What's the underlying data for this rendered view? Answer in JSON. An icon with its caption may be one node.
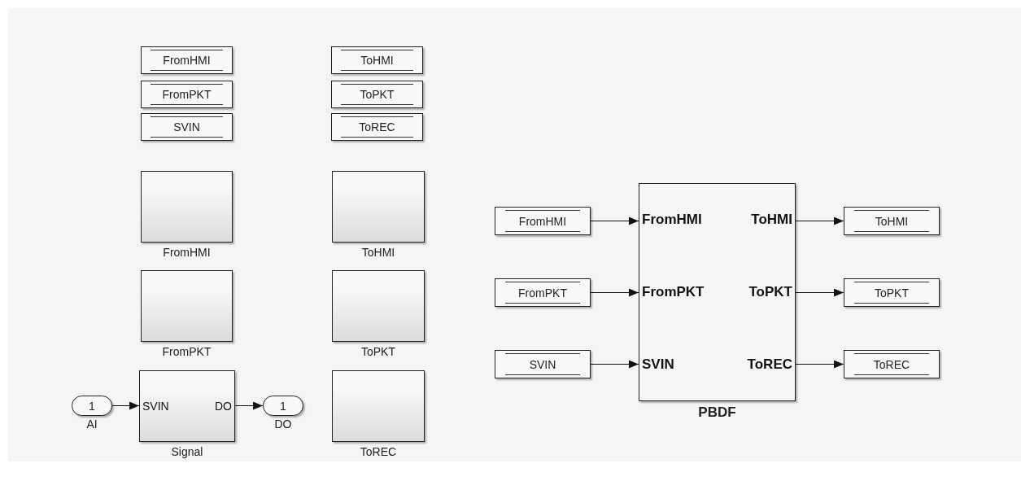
{
  "diagram": {
    "nodes": [
      {
        "text": [
          "FromHMI"
        ]
      },
      {
        "text": [
          "FromPKT"
        ]
      },
      {
        "text": [
          "SVIN"
        ]
      },
      {
        "text": [
          "ToHMI"
        ]
      },
      {
        "text": [
          "ToPKT"
        ]
      },
      {
        "text": [
          "ToREC"
        ]
      },
      {
        "text": [
          "FromHMI"
        ]
      },
      {
        "text": [
          "ToHMI"
        ]
      },
      {
        "text": [
          "FromPKT"
        ]
      },
      {
        "text": [
          "ToPKT"
        ]
      },
      {
        "text": [
          "1"
        ],
        "beside": [
          "AI"
        ]
      },
      {
        "text": [
          "SVIN",
          "DO",
          "Signal"
        ]
      },
      {
        "text": [
          "1"
        ],
        "beside": [
          "DO"
        ]
      },
      {
        "text": [
          "ToREC"
        ]
      },
      {
        "text": [
          "FromHMI"
        ]
      },
      {
        "text": [
          "FromPKT"
        ]
      },
      {
        "text": [
          "SVIN"
        ]
      },
      {
        "text": [
          "FromHMI",
          "ToHMI",
          "FromPKT",
          "ToPKT",
          "SVIN",
          "ToREC",
          "PBDF"
        ]
      },
      {
        "text": [
          "ToHMI"
        ]
      },
      {
        "text": [
          "ToPKT"
        ]
      },
      {
        "text": [
          "ToREC"
        ]
      }
    ],
    "edges": [
      {
        "from": 10,
        "to": 11,
        "arrow": "to"
      },
      {
        "from": 11,
        "to": 12,
        "arrow": "to"
      },
      {
        "from": 14,
        "to": 17,
        "arrow": "to"
      },
      {
        "from": 15,
        "to": 17,
        "arrow": "to"
      },
      {
        "from": 16,
        "to": 17,
        "arrow": "to"
      },
      {
        "from": 17,
        "to": 18,
        "arrow": "to"
      },
      {
        "from": 17,
        "to": 19,
        "arrow": "to"
      },
      {
        "from": 17,
        "to": 20,
        "arrow": "to"
      }
    ]
  }
}
